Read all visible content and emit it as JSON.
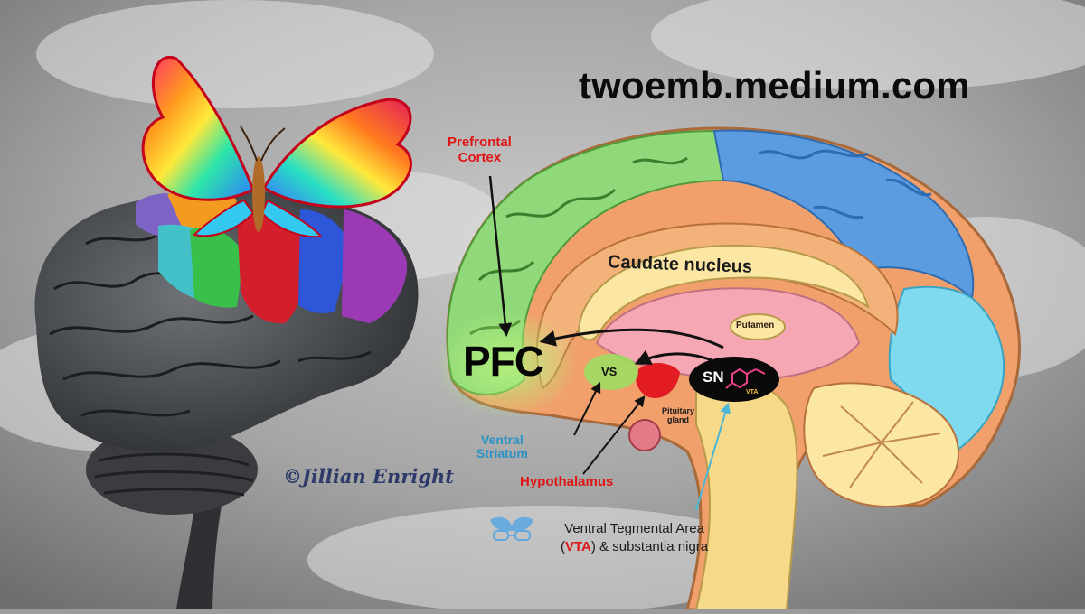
{
  "header": {
    "site_url": "twoemb.medium.com"
  },
  "credit": {
    "text": "©Jillian Enright"
  },
  "labels": {
    "prefrontal_cortex_line1": "Prefrontal",
    "prefrontal_cortex_line2": "Cortex",
    "pfc": "PFC",
    "caudate_nucleus": "Caudate nucleus",
    "putamen": "Putamen",
    "vs": "VS",
    "sn": "SN",
    "vta": "VTA",
    "pituitary_line1": "Pituitary",
    "pituitary_line2": "gland",
    "ventral_striatum_line1": "Ventral",
    "ventral_striatum_line2": "Striatum",
    "hypothalamus": "Hypothalamus",
    "vta_caption_line1": "Ventral Tegmental Area",
    "vta_caption_open": "(",
    "vta_caption_abbr": "VTA",
    "vta_caption_rest": ") & substantia nigra"
  },
  "colors": {
    "sky": "#9b9b9b",
    "label_red": "#e01515",
    "label_blue": "#2a93c5",
    "frontal_green": "#8fd97a",
    "parietal_blue": "#5b9be0",
    "occipital_cyan": "#7fdaf0",
    "limbic_orange": "#f3b27a",
    "caudate_cream": "#fbe6a4",
    "thalamus_pink": "#f5a8b4",
    "brainstem_yellow": "#f7d98a"
  },
  "icons": {
    "butterfly": "butterfly-icon",
    "dopamine_molecule": "dopamine-molecule-icon",
    "logo": "butterfly-glasses-logo-icon"
  }
}
